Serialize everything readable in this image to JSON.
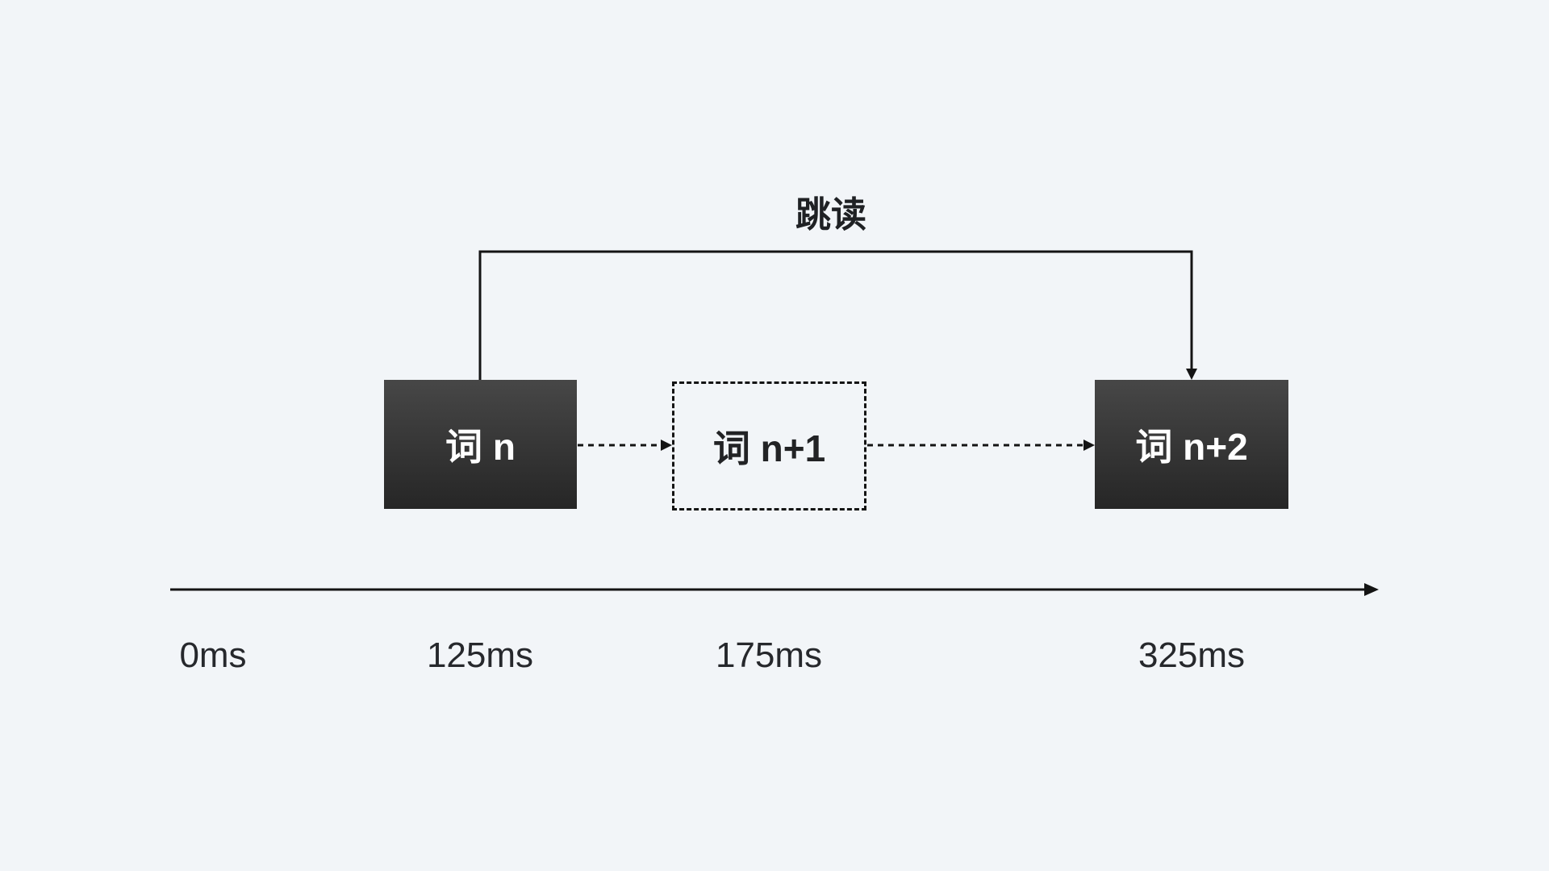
{
  "diagram": {
    "title": "跳读",
    "words": [
      {
        "label": "词 n",
        "state": "fixated"
      },
      {
        "label": "词 n+1",
        "state": "skipped"
      },
      {
        "label": "词 n+2",
        "state": "fixated"
      }
    ],
    "timeline": {
      "ticks": [
        "0ms",
        "125ms",
        "175ms",
        "325ms"
      ]
    }
  },
  "colors": {
    "background": "#f2f5f8",
    "box_fill_top": "#474747",
    "box_fill_bottom": "#262626",
    "box_text": "#ffffff",
    "line": "#141414",
    "text": "#26282c"
  }
}
